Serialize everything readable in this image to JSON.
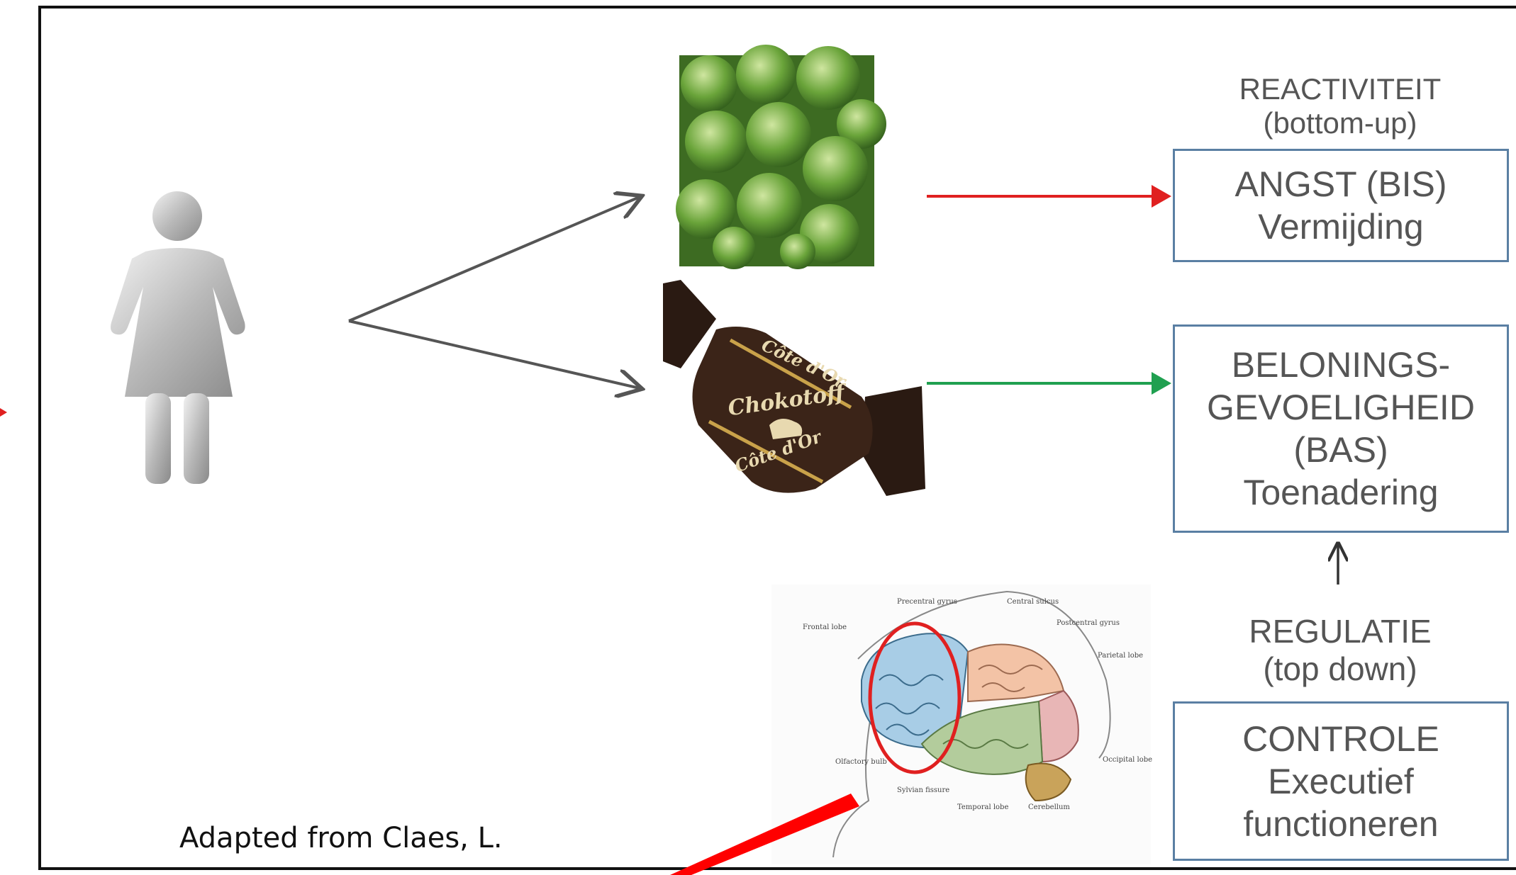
{
  "reactivity": {
    "title": "REACTIVITEIT",
    "subtitle": "(bottom-up)"
  },
  "box_anxiety": {
    "line1": "ANGST (BIS)",
    "line2": "Vermijding"
  },
  "box_reward": {
    "line1": "BELONINGS-",
    "line2": "GEVOELIGHEID",
    "line3": "(BAS)",
    "line4": "Toenadering"
  },
  "regulation": {
    "title": "REGULATIE",
    "subtitle": "(top down)"
  },
  "box_control": {
    "line1": "CONTROLE",
    "line2": "Executief",
    "line3": "functioneren"
  },
  "credit": "Adapted from Claes, L.",
  "candy_wrapper": {
    "brand": "Côte d'Or",
    "name": "Chokotoff"
  },
  "brain_labels": {
    "precentral": "Precentral gyrus",
    "central": "Central sulcus",
    "postcentral": "Postcentral gyrus",
    "frontal": "Frontal lobe",
    "parietal": "Parietal lobe",
    "occipital": "Occipital lobe",
    "olfactory": "Olfactory bulb",
    "sylvian": "Sylvian fissure",
    "temporal": "Temporal lobe",
    "cerebellum": "Cerebellum"
  },
  "colors": {
    "avoid_arrow": "#e02020",
    "approach_arrow": "#20a050",
    "box_border": "#5a7fa3",
    "highlight": "#ff0000",
    "text": "#555555"
  }
}
